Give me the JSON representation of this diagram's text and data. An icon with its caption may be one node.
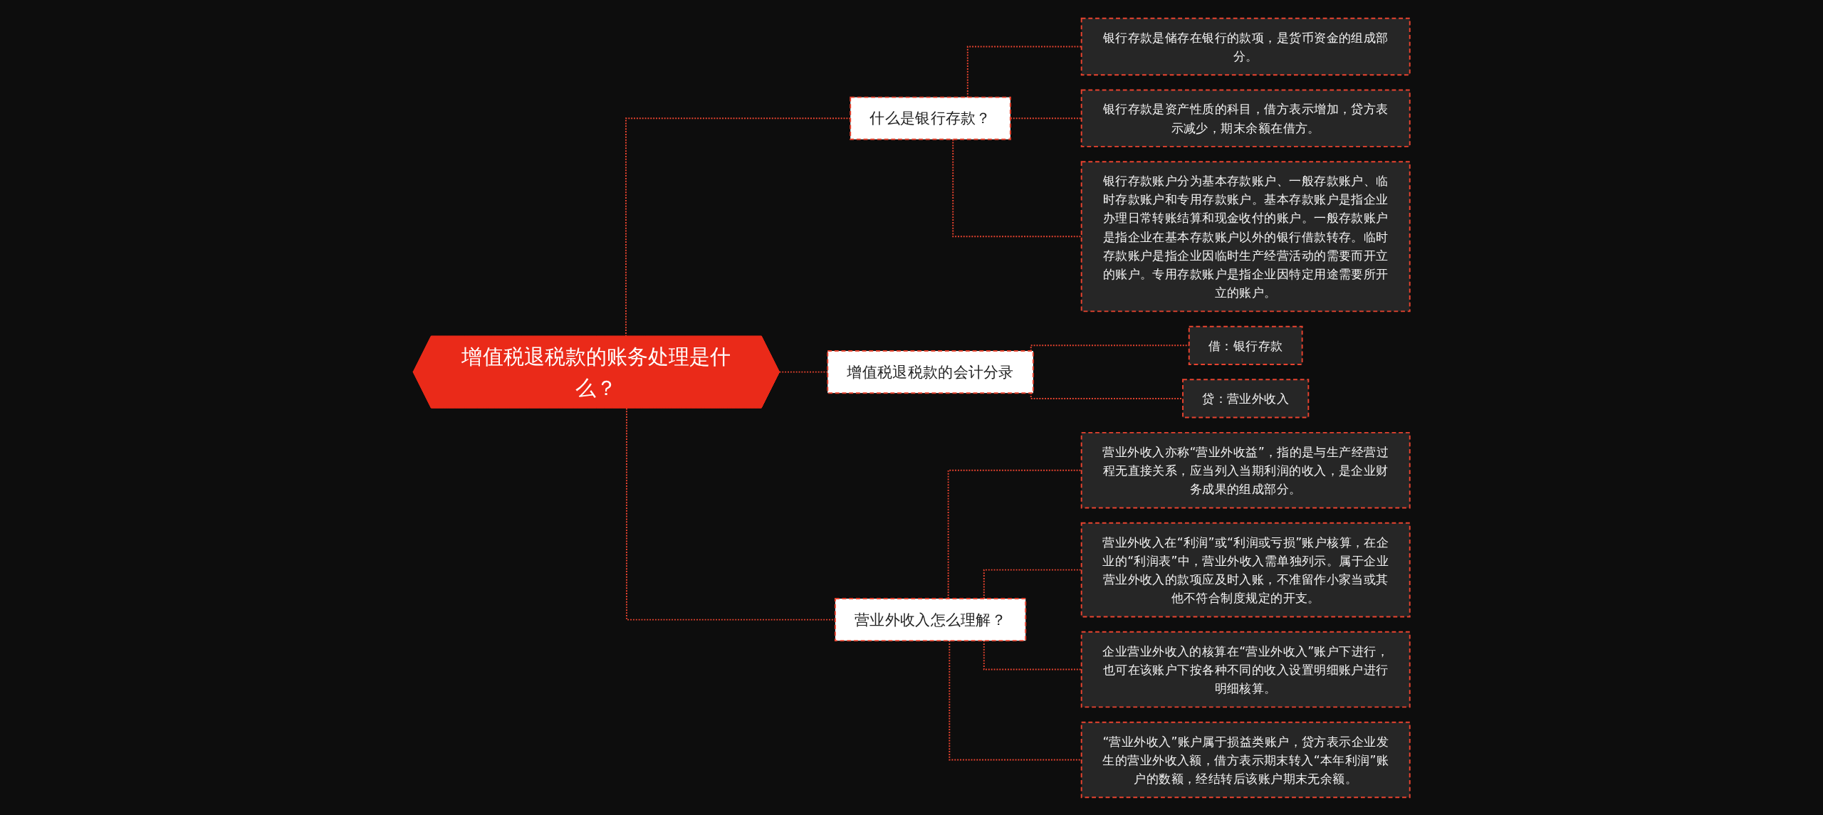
{
  "diagram": {
    "nodes": [
      {
        "text": [
          "增值税退税款的账务处理是什么？"
        ]
      },
      {
        "text": [
          "什么是银行存款？"
        ]
      },
      {
        "text": [
          "银行存款是储存在银行的款项，是货币资金的组成部分。"
        ]
      },
      {
        "text": [
          "银行存款是资产性质的科目，借方表示增加，贷方表示减少，期末余额在借方。"
        ]
      },
      {
        "text": [
          "银行存款账户分为基本存款账户、一般存款账户、临时存款账户和专用存款账户。基本存款账户是指企业办理日常转账结算和现金收付的账户。一般存款账户是指企业在基本存款账户以外的银行借款转存。临时存款账户是指企业因临时生产经营活动的需要而开立的账户。专用存款账户是指企业因特定用途需要所开立的账户。"
        ]
      },
      {
        "text": [
          "增值税退税款的会计分录"
        ]
      },
      {
        "text": [
          "借：银行存款"
        ]
      },
      {
        "text": [
          "贷：营业外收入"
        ]
      },
      {
        "text": [
          "营业外收入怎么理解？"
        ]
      },
      {
        "text": [
          "营业外收入亦称“营业外收益”，指的是与生产经营过程无直接关系，应当列入当期利润的收入，是企业财务成果的组成部分。"
        ]
      },
      {
        "text": [
          "营业外收入在“利润”或“利润或亏损”账户核算，在企业的“利润表”中，营业外收入需单独列示。属于企业营业外收入的款项应及时入账，不准留作小家当或其他不符合制度规定的开支。"
        ]
      },
      {
        "text": [
          "企业营业外收入的核算在“营业外收入”账户下进行，也可在该账户下按各种不同的收入设置明细账户进行明细核算。"
        ]
      },
      {
        "text": [
          "“营业外收入”账户属于损益类账户，贷方表示企业发生的营业外收入额，借方表示期末转入“本年利润”账户的数额，经结转后该账户期末无余额。"
        ]
      }
    ],
    "edges": [
      {
        "from": 0,
        "to": 1,
        "arrow": "none",
        "style": "dashed"
      },
      {
        "from": 1,
        "to": 2,
        "arrow": "none",
        "style": "dashed"
      },
      {
        "from": 1,
        "to": 3,
        "arrow": "none",
        "style": "dashed"
      },
      {
        "from": 1,
        "to": 4,
        "arrow": "none",
        "style": "dashed"
      },
      {
        "from": 0,
        "to": 5,
        "arrow": "none",
        "style": "dashed"
      },
      {
        "from": 5,
        "to": 6,
        "arrow": "none",
        "style": "dashed"
      },
      {
        "from": 5,
        "to": 7,
        "arrow": "none",
        "style": "dashed"
      },
      {
        "from": 0,
        "to": 8,
        "arrow": "none",
        "style": "dashed"
      },
      {
        "from": 8,
        "to": 9,
        "arrow": "none",
        "style": "dashed"
      },
      {
        "from": 8,
        "to": 10,
        "arrow": "none",
        "style": "dashed"
      },
      {
        "from": 8,
        "to": 11,
        "arrow": "none",
        "style": "dashed"
      },
      {
        "from": 8,
        "to": 12,
        "arrow": "none",
        "style": "dashed"
      }
    ]
  }
}
